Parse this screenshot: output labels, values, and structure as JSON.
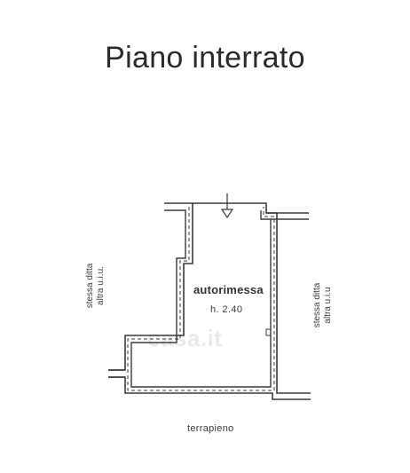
{
  "title": "Piano interrato",
  "room": {
    "name": "autorimessa",
    "height": "h. 2.40"
  },
  "labels": {
    "left_side": [
      "stessa ditta",
      "altra u.i.u."
    ],
    "right_side": [
      "stessa ditta",
      "altra u.i.u"
    ],
    "bottom": "terrapieno"
  },
  "watermark": "casa.it",
  "colors": {
    "line": "#3a3a3a",
    "background": "#ffffff"
  }
}
